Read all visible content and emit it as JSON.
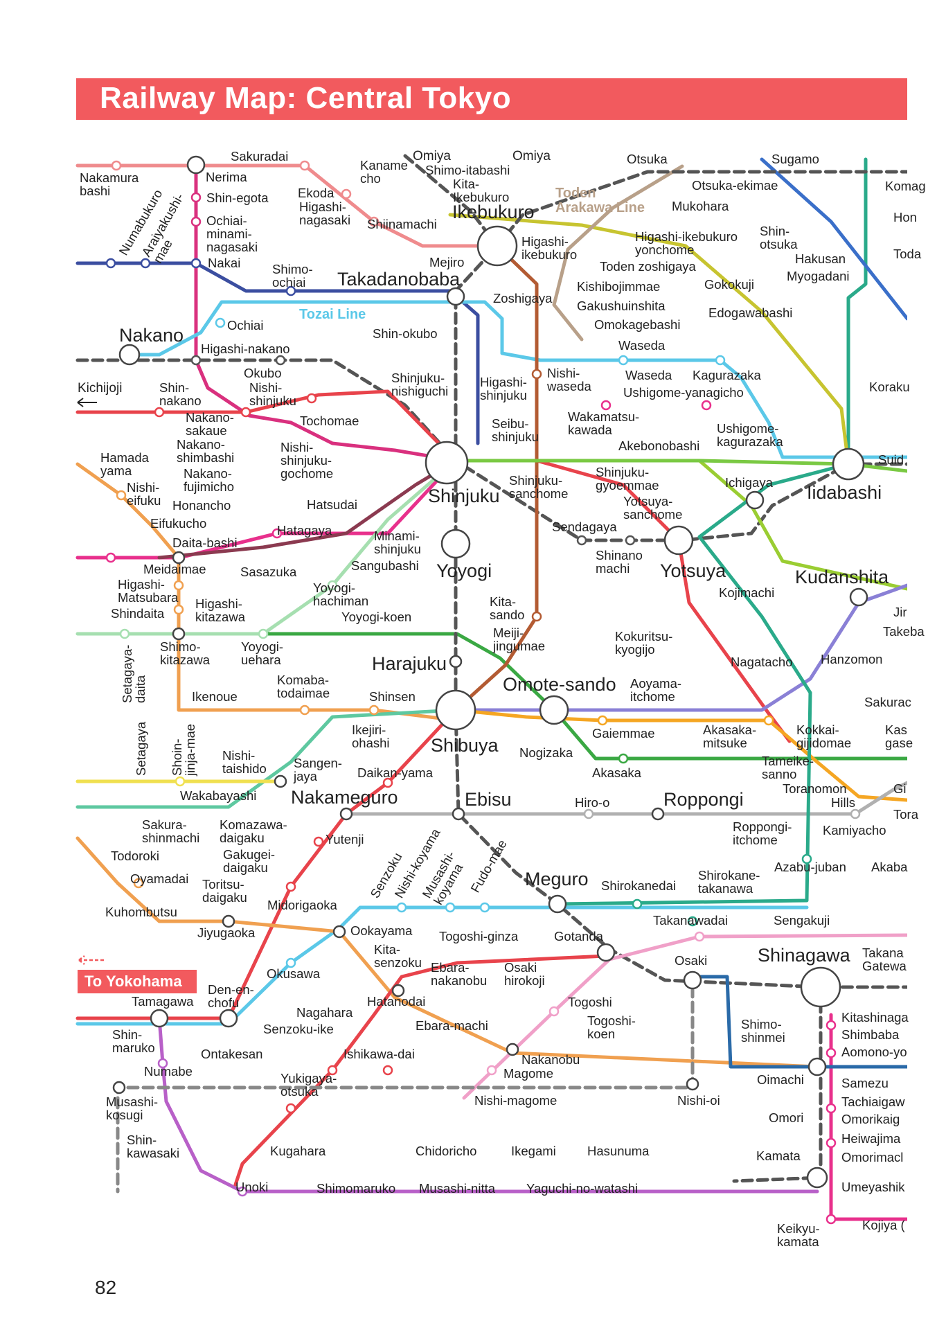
{
  "title": "Railway Map: Central Tokyo",
  "page_number": "82",
  "line_labels": {
    "tozai": "Tozai Line",
    "toden": "Toden\nArakawa Line"
  },
  "direction_labels": {
    "omiya_left": "Omiya",
    "omiya_right": "Omiya",
    "kichijoji": "Kichijoji",
    "to_yokohama": "To Yokohama"
  },
  "colors": {
    "title_bg": "#f25a5e",
    "yamanote": "#9acd32",
    "marunouchi": "#e8434b",
    "oedo": "#b5345a",
    "ginza": "#f5a623",
    "hibiya": "#b0b0b0",
    "tozai": "#5bc8e8",
    "chiyoda": "#3aa843",
    "yurakucho": "#c7a24a",
    "hanzomon": "#8a80d6",
    "namboku": "#2aaa8a",
    "fukutoshin": "#b35b33",
    "mita": "#3a6fc9",
    "seibu_ikebukuro": "#3b4ea0",
    "keio": "#e8308c",
    "odakyu": "#7ab3e0",
    "tokyu": "#e8434b",
    "toden": "#b8a089",
    "jr": "#555555"
  },
  "stations": [
    {
      "id": "nakamura-bashi",
      "label": "Nakamura\nbashi"
    },
    {
      "id": "sakuradai",
      "label": "Sakuradai"
    },
    {
      "id": "nerima",
      "label": "Nerima"
    },
    {
      "id": "shin-egota",
      "label": "Shin-egota"
    },
    {
      "id": "ochiai-minami-nagasaki",
      "label": "Ochiai-\nminami-\nnagasaki"
    },
    {
      "id": "nakai",
      "label": "Nakai"
    },
    {
      "id": "numabukuro",
      "label": "Numabukuro"
    },
    {
      "id": "araiyakushi-mae",
      "label": "Araiyakushi-\nmae"
    },
    {
      "id": "ekoda",
      "label": "Ekoda"
    },
    {
      "id": "higashi-nagasaki",
      "label": "Higashi-\nnagasaki"
    },
    {
      "id": "kaname-cho",
      "label": "Kaname\ncho"
    },
    {
      "id": "shiinamachi",
      "label": "Shiinamachi"
    },
    {
      "id": "shimo-itabashi",
      "label": "Shimo-itabashi"
    },
    {
      "id": "kita-ikebukuro",
      "label": "Kita-\nIkebukuro"
    },
    {
      "id": "ikebukuro",
      "label": "Ikebukuro"
    },
    {
      "id": "otsuka",
      "label": "Otsuka"
    },
    {
      "id": "sugamo",
      "label": "Sugamo"
    },
    {
      "id": "otsuka-ekimae",
      "label": "Otsuka-ekimae"
    },
    {
      "id": "komagome",
      "label": "Komag"
    },
    {
      "id": "mukohara",
      "label": "Mukohara"
    },
    {
      "id": "hon",
      "label": "Hon"
    },
    {
      "id": "higashi-ikebukuro-yonchome",
      "label": "Higashi-ikebukuro\nyonchome"
    },
    {
      "id": "higashi-ikebukuro",
      "label": "Higashi-\nikebukuro"
    },
    {
      "id": "shin-otsuka",
      "label": "Shin-\notsuka"
    },
    {
      "id": "toda",
      "label": "Toda"
    },
    {
      "id": "hakusan",
      "label": "Hakusan"
    },
    {
      "id": "myogadani",
      "label": "Myogadani"
    },
    {
      "id": "toden-zoshigaya",
      "label": "Toden zoshigaya"
    },
    {
      "id": "mejiro",
      "label": "Mejiro"
    },
    {
      "id": "shimo-ochiai",
      "label": "Shimo-\nochiai"
    },
    {
      "id": "takadanobaba",
      "label": "Takadanobaba"
    },
    {
      "id": "zoshigaya",
      "label": "Zoshigaya"
    },
    {
      "id": "kishibojimmae",
      "label": "Kishibojimmae"
    },
    {
      "id": "gokokuji",
      "label": "Gokokuji"
    },
    {
      "id": "gakushuinshita",
      "label": "Gakushuinshita"
    },
    {
      "id": "edogawabashi",
      "label": "Edogawabashi"
    },
    {
      "id": "omokagebashi",
      "label": "Omokagebashi"
    },
    {
      "id": "waseda-toden",
      "label": "Waseda"
    },
    {
      "id": "ochiai",
      "label": "Ochiai"
    },
    {
      "id": "nakano",
      "label": "Nakano"
    },
    {
      "id": "shin-okubo",
      "label": "Shin-okubo"
    },
    {
      "id": "higashi-nakano",
      "label": "Higashi-nakano"
    },
    {
      "id": "okubo",
      "label": "Okubo"
    },
    {
      "id": "shin-nakano",
      "label": "Shin-\nnakano"
    },
    {
      "id": "nishi-shinjuku",
      "label": "Nishi-\nshinjuku"
    },
    {
      "id": "shinjuku-nishiguchi",
      "label": "Shinjuku-\nnishiguchi"
    },
    {
      "id": "higashi-shinjuku",
      "label": "Higashi-\nshinjuku"
    },
    {
      "id": "nishi-waseda",
      "label": "Nishi-\nwaseda"
    },
    {
      "id": "waseda",
      "label": "Waseda"
    },
    {
      "id": "kagurazaka",
      "label": "Kagurazaka"
    },
    {
      "id": "ushigome-yanagicho",
      "label": "Ushigome-yanagicho"
    },
    {
      "id": "korakuen",
      "label": "Koraku"
    },
    {
      "id": "nakano-sakaue",
      "label": "Nakano-\nsakaue"
    },
    {
      "id": "tochomae",
      "label": "Tochomae"
    },
    {
      "id": "seibu-shinjuku",
      "label": "Seibu-\nshinjuku"
    },
    {
      "id": "wakamatsu-kawada",
      "label": "Wakamatsu-\nkawada"
    },
    {
      "id": "ushigome-kagurazaka",
      "label": "Ushigome-\nkagurazaka"
    },
    {
      "id": "akebonobashi",
      "label": "Akebonobashi"
    },
    {
      "id": "suido",
      "label": "Suid"
    },
    {
      "id": "nakano-shimbashi",
      "label": "Nakano-\nshimbashi"
    },
    {
      "id": "nishi-shinjuku-gochome",
      "label": "Nishi-\nshinjuku-\ngochome"
    },
    {
      "id": "hamadayama",
      "label": "Hamada\nyama"
    },
    {
      "id": "nishi-eifuku",
      "label": "Nishi-\neifuku"
    },
    {
      "id": "nakano-fujimicho",
      "label": "Nakano-\nfujimicho"
    },
    {
      "id": "shinjuku",
      "label": "Shinjuku"
    },
    {
      "id": "shinjuku-sanchome",
      "label": "Shinjuku-\nsanchome"
    },
    {
      "id": "shinjuku-gyoemmae",
      "label": "Shinjuku-\ngyoemmae"
    },
    {
      "id": "ichigaya",
      "label": "Ichigaya"
    },
    {
      "id": "iidabashi",
      "label": "Iidabashi"
    },
    {
      "id": "honancho",
      "label": "Honancho"
    },
    {
      "id": "hatsudai",
      "label": "Hatsudai"
    },
    {
      "id": "yotsuya-sanchome",
      "label": "Yotsuya-\nsanchome"
    },
    {
      "id": "eifukucho",
      "label": "Eifukucho"
    },
    {
      "id": "hatagaya",
      "label": "Hatagaya"
    },
    {
      "id": "minami-shinjuku",
      "label": "Minami-\nshinjuku"
    },
    {
      "id": "sendagaya",
      "label": "Sendagaya"
    },
    {
      "id": "daita-bashi",
      "label": "Daita-bashi"
    },
    {
      "id": "meidaimae",
      "label": "Meidaimae"
    },
    {
      "id": "sasazuka",
      "label": "Sasazuka"
    },
    {
      "id": "sangubashi",
      "label": "Sangubashi"
    },
    {
      "id": "yoyogi",
      "label": "Yoyogi"
    },
    {
      "id": "shinanomachi",
      "label": "Shinano\nmachi"
    },
    {
      "id": "yotsuya",
      "label": "Yotsuya"
    },
    {
      "id": "kudanshita",
      "label": "Kudanshita"
    },
    {
      "id": "higashi-matsubara",
      "label": "Higashi-\nMatsubara"
    },
    {
      "id": "shindaita",
      "label": "Shindaita"
    },
    {
      "id": "higashi-kitazawa",
      "label": "Higashi-\nkitazawa"
    },
    {
      "id": "yoyogi-hachiman",
      "label": "Yoyogi-\nhachiman"
    },
    {
      "id": "yoyogi-koen",
      "label": "Yoyogi-koen"
    },
    {
      "id": "kojimachi",
      "label": "Kojimachi"
    },
    {
      "id": "jimbocho",
      "label": "Jir"
    },
    {
      "id": "takebashi",
      "label": "Takeba"
    },
    {
      "id": "kita-sando",
      "label": "Kita-\nsando"
    },
    {
      "id": "meiji-jingumae",
      "label": "Meiji-\njingumae"
    },
    {
      "id": "kokuritsu-kyogijo",
      "label": "Kokuritsu-\nkyogijo"
    },
    {
      "id": "setagaya-daita",
      "label": "Setagaya-\ndaita"
    },
    {
      "id": "shimo-kitazawa",
      "label": "Shimo-\nkitazawa"
    },
    {
      "id": "yoyogi-uehara",
      "label": "Yoyogi-\nuehara"
    },
    {
      "id": "harajuku",
      "label": "Harajuku"
    },
    {
      "id": "nagatacho",
      "label": "Nagatacho"
    },
    {
      "id": "hanzomon",
      "label": "Hanzomon"
    },
    {
      "id": "komaba-todaimae",
      "label": "Komaba-\ntodaimae"
    },
    {
      "id": "omote-sando",
      "label": "Omote-sando"
    },
    {
      "id": "aoyama-itchome",
      "label": "Aoyama-\nitchome"
    },
    {
      "id": "ikenoue",
      "label": "Ikenoue"
    },
    {
      "id": "shinsen",
      "label": "Shinsen"
    },
    {
      "id": "sakuradamon",
      "label": "Sakurac"
    },
    {
      "id": "setagaya",
      "label": "Setagaya"
    },
    {
      "id": "shoin-jinja-mae",
      "label": "Shoin-\njinja-mae"
    },
    {
      "id": "ikejiri-ohashi",
      "label": "Ikejiri-\nohashi"
    },
    {
      "id": "gaiemmae",
      "label": "Gaiemmae"
    },
    {
      "id": "akasaka-mitsuke",
      "label": "Akasaka-\nmitsuke"
    },
    {
      "id": "kokkai-gijidomae",
      "label": "Kokkai-\ngijidomae"
    },
    {
      "id": "kasumigaseki",
      "label": "Kas\ngase"
    },
    {
      "id": "shibuya",
      "label": "Shibuya"
    },
    {
      "id": "nogizaka",
      "label": "Nogizaka"
    },
    {
      "id": "nishi-taishido",
      "label": "Nishi-\ntaishido"
    },
    {
      "id": "sangen-jaya",
      "label": "Sangen-\njaya"
    },
    {
      "id": "tameike-sanno",
      "label": "Tameike-\nsanno"
    },
    {
      "id": "akasaka",
      "label": "Akasaka"
    },
    {
      "id": "daikan-yama",
      "label": "Daikan-yama"
    },
    {
      "id": "toranomon",
      "label": "Toranomon"
    },
    {
      "id": "toranomon-hills",
      "label": "Hills"
    },
    {
      "id": "ginza",
      "label": "Gi"
    },
    {
      "id": "wakabayashi",
      "label": "Wakabayashi"
    },
    {
      "id": "nakameguro",
      "label": "Nakameguro"
    },
    {
      "id": "ebisu",
      "label": "Ebisu"
    },
    {
      "id": "hiro-o",
      "label": "Hiro-o"
    },
    {
      "id": "roppongi",
      "label": "Roppongi"
    },
    {
      "id": "toranomon-2",
      "label": "Tora"
    },
    {
      "id": "sakura-shinmachi",
      "label": "Sakura-\nshinmachi"
    },
    {
      "id": "komazawa-daigaku",
      "label": "Komazawa-\ndaigaku"
    },
    {
      "id": "roppongi-itchome",
      "label": "Roppongi-\nitchome"
    },
    {
      "id": "kamiyacho",
      "label": "Kamiyacho"
    },
    {
      "id": "yutenji",
      "label": "Yutenji"
    },
    {
      "id": "todoroki",
      "label": "Todoroki"
    },
    {
      "id": "gakugei-daigaku",
      "label": "Gakugei-\ndaigaku"
    },
    {
      "id": "senzoku",
      "label": "Senzoku"
    },
    {
      "id": "nishi-koyama",
      "label": "Nishi-koyama"
    },
    {
      "id": "musashi-koyama",
      "label": "Musashi-\nkoyama"
    },
    {
      "id": "fudo-mae",
      "label": "Fudo-mae"
    },
    {
      "id": "azabu-juban",
      "label": "Azabu-juban"
    },
    {
      "id": "akabanebashi",
      "label": "Akaba"
    },
    {
      "id": "oyamadai",
      "label": "Oyamadai"
    },
    {
      "id": "toritsu-daigaku",
      "label": "Toritsu-\ndaigaku"
    },
    {
      "id": "meguro",
      "label": "Meguro"
    },
    {
      "id": "shirokanedai",
      "label": "Shirokanedai"
    },
    {
      "id": "shirokane-takanawa",
      "label": "Shirokane-\ntakanawa"
    },
    {
      "id": "kuhombutsu",
      "label": "Kuhombutsu"
    },
    {
      "id": "midorigaoka",
      "label": "Midorigaoka"
    },
    {
      "id": "jiyugaoka",
      "label": "Jiyugaoka"
    },
    {
      "id": "ookayama",
      "label": "Ookayama"
    },
    {
      "id": "takanawadai",
      "label": "Takanawadai"
    },
    {
      "id": "sengakuji",
      "label": "Sengakuji"
    },
    {
      "id": "togoshi-ginza",
      "label": "Togoshi-ginza"
    },
    {
      "id": "gotanda",
      "label": "Gotanda"
    },
    {
      "id": "kita-senzoku",
      "label": "Kita-\nsenzoku"
    },
    {
      "id": "shinagawa",
      "label": "Shinagawa"
    },
    {
      "id": "takanawa-gateway",
      "label": "Takana\nGatewa"
    },
    {
      "id": "osaki",
      "label": "Osaki"
    },
    {
      "id": "okusawa",
      "label": "Okusawa"
    },
    {
      "id": "ebara-nakanobu",
      "label": "Ebara-\nnakanobu"
    },
    {
      "id": "osaki-hirokoji",
      "label": "Osaki\nhirokoji"
    },
    {
      "id": "den-en-chofu",
      "label": "Den-en-\nchofu"
    },
    {
      "id": "tamagawa",
      "label": "Tamagawa"
    },
    {
      "id": "hatanodai",
      "label": "Hatanodai"
    },
    {
      "id": "togoshi",
      "label": "Togoshi"
    },
    {
      "id": "nagahara",
      "label": "Nagahara"
    },
    {
      "id": "togoshi-koen",
      "label": "Togoshi-\nkoen"
    },
    {
      "id": "kitashinagawa",
      "label": "Kitashinaga"
    },
    {
      "id": "shimbaba",
      "label": "Shimbaba"
    },
    {
      "id": "aomono-yokocho",
      "label": "Aomono-yo"
    },
    {
      "id": "shin-maruko",
      "label": "Shin-\nmaruko"
    },
    {
      "id": "senzoku-ike",
      "label": "Senzoku-ike"
    },
    {
      "id": "ebara-machi",
      "label": "Ebara-machi"
    },
    {
      "id": "shimo-shinmei",
      "label": "Shimo-\nshinmei"
    },
    {
      "id": "ontakesan",
      "label": "Ontakesan"
    },
    {
      "id": "ishikawa-dai",
      "label": "Ishikawa-dai"
    },
    {
      "id": "nakanobu",
      "label": "Nakanobu"
    },
    {
      "id": "magome",
      "label": "Magome"
    },
    {
      "id": "numabe",
      "label": "Numabe"
    },
    {
      "id": "yukigaya-otsuka",
      "label": "Yukigaya-\notsuka"
    },
    {
      "id": "oimachi",
      "label": "Oimachi"
    },
    {
      "id": "samezu",
      "label": "Samezu"
    },
    {
      "id": "musashi-kosugi",
      "label": "Musashi-\nkosugi"
    },
    {
      "id": "nishi-magome",
      "label": "Nishi-magome"
    },
    {
      "id": "nishi-oi",
      "label": "Nishi-oi"
    },
    {
      "id": "tachiaigawa",
      "label": "Tachiaigaw"
    },
    {
      "id": "omori",
      "label": "Omori"
    },
    {
      "id": "omorikaigan",
      "label": "Omorikaig"
    },
    {
      "id": "shin-kawasaki",
      "label": "Shin-\nkawasaki"
    },
    {
      "id": "heiwajima",
      "label": "Heiwajima"
    },
    {
      "id": "kugahara",
      "label": "Kugahara"
    },
    {
      "id": "chidoricho",
      "label": "Chidoricho"
    },
    {
      "id": "ikegami",
      "label": "Ikegami"
    },
    {
      "id": "hasunuma",
      "label": "Hasunuma"
    },
    {
      "id": "kamata",
      "label": "Kamata"
    },
    {
      "id": "omorimachi",
      "label": "Omorimacl"
    },
    {
      "id": "unoki",
      "label": "Unoki"
    },
    {
      "id": "shimomaruko",
      "label": "Shimomaruko"
    },
    {
      "id": "musashi-nitta",
      "label": "Musashi-nitta"
    },
    {
      "id": "yaguchi-no-watashi",
      "label": "Yaguchi-no-watashi"
    },
    {
      "id": "umeyashiki",
      "label": "Umeyashik"
    },
    {
      "id": "keikyu-kamata",
      "label": "Keikyu-\nkamata"
    },
    {
      "id": "kojiya",
      "label": "Kojiya ("
    }
  ]
}
